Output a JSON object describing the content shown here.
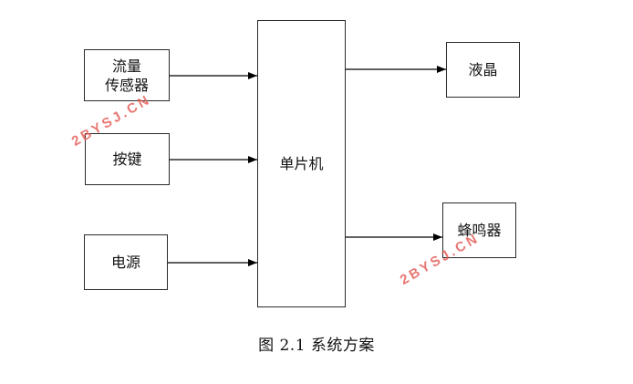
{
  "diagram": {
    "blocks": {
      "flow_sensor": "流量\n传感器",
      "keys": "按键",
      "power": "电源",
      "mcu": "单片机",
      "lcd": "液晶",
      "buzzer": "蜂鸣器"
    },
    "caption": "图 2.1  系统方案",
    "watermark": "2BYSJ.CN",
    "colors": {
      "line": "#000000",
      "border": "#2a2a2a",
      "watermark": "#e35a55"
    }
  }
}
